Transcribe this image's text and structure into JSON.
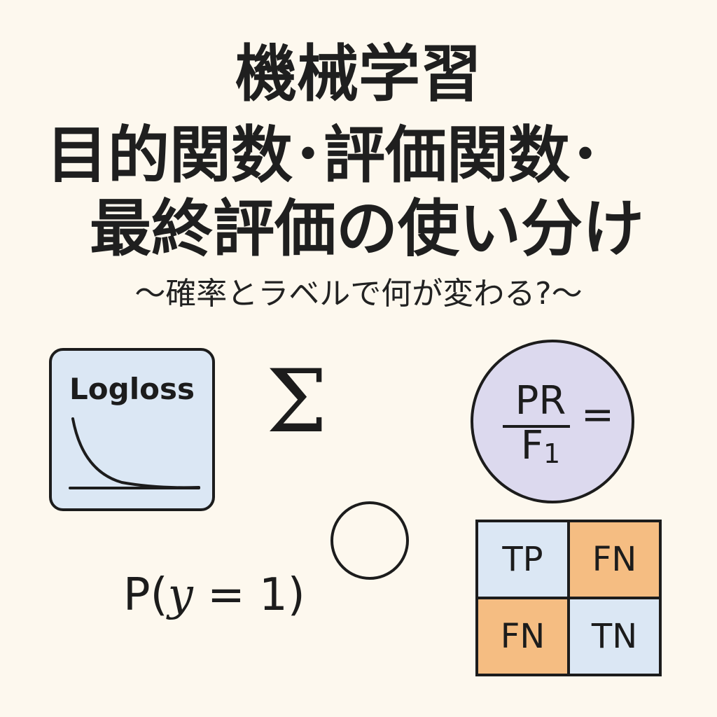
{
  "title": {
    "line1": "機械学習",
    "line2": "目的関数･評価関数･",
    "line3": "最終評価の使い分け"
  },
  "subtitle": "〜確率とラベルで何が変わる?〜",
  "logloss_card": {
    "label": "Logloss",
    "background": "#dbe7f4"
  },
  "sigma_symbol": "Σ",
  "pr_circle": {
    "numerator": "PR",
    "denominator": "F",
    "denominator_sub": "1",
    "equals": "=",
    "background": "#dcd9ee"
  },
  "probability": {
    "prefix": "P(",
    "variable": "y",
    "suffix": " = 1)"
  },
  "confusion_matrix": {
    "cells": [
      {
        "label": "TP",
        "color": "#dbe7f4"
      },
      {
        "label": "FN",
        "color": "#f5bd82"
      },
      {
        "label": "FN",
        "color": "#f5bd82"
      },
      {
        "label": "TN",
        "color": "#dbe7f4"
      }
    ]
  }
}
